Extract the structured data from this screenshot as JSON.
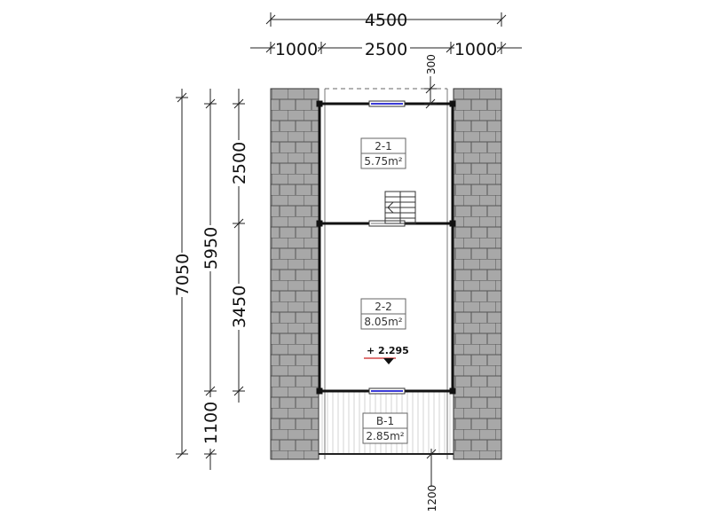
{
  "dimensions": {
    "overall_width": "4500",
    "roof_left": "1000",
    "interior_width": "2500",
    "roof_right": "1000",
    "top_gap": "300",
    "total_length": "7050",
    "enclosed_length": "5950",
    "room1_length": "2500",
    "room2_length": "3450",
    "terrace_length": "1100",
    "bottom_gap": "1200"
  },
  "rooms": [
    {
      "id": "2-1",
      "area": "5.75m²"
    },
    {
      "id": "2-2",
      "area": "8.05m²"
    },
    {
      "id": "B-1",
      "area": "2.85m²"
    }
  ],
  "level": {
    "label": "+ 2.295"
  },
  "colors": {
    "roof_fill": "#a9a9a9",
    "roof_tile": "#555555",
    "wall": "#111111",
    "window": "#3b3bd6",
    "level_marker": "#cc2222"
  }
}
